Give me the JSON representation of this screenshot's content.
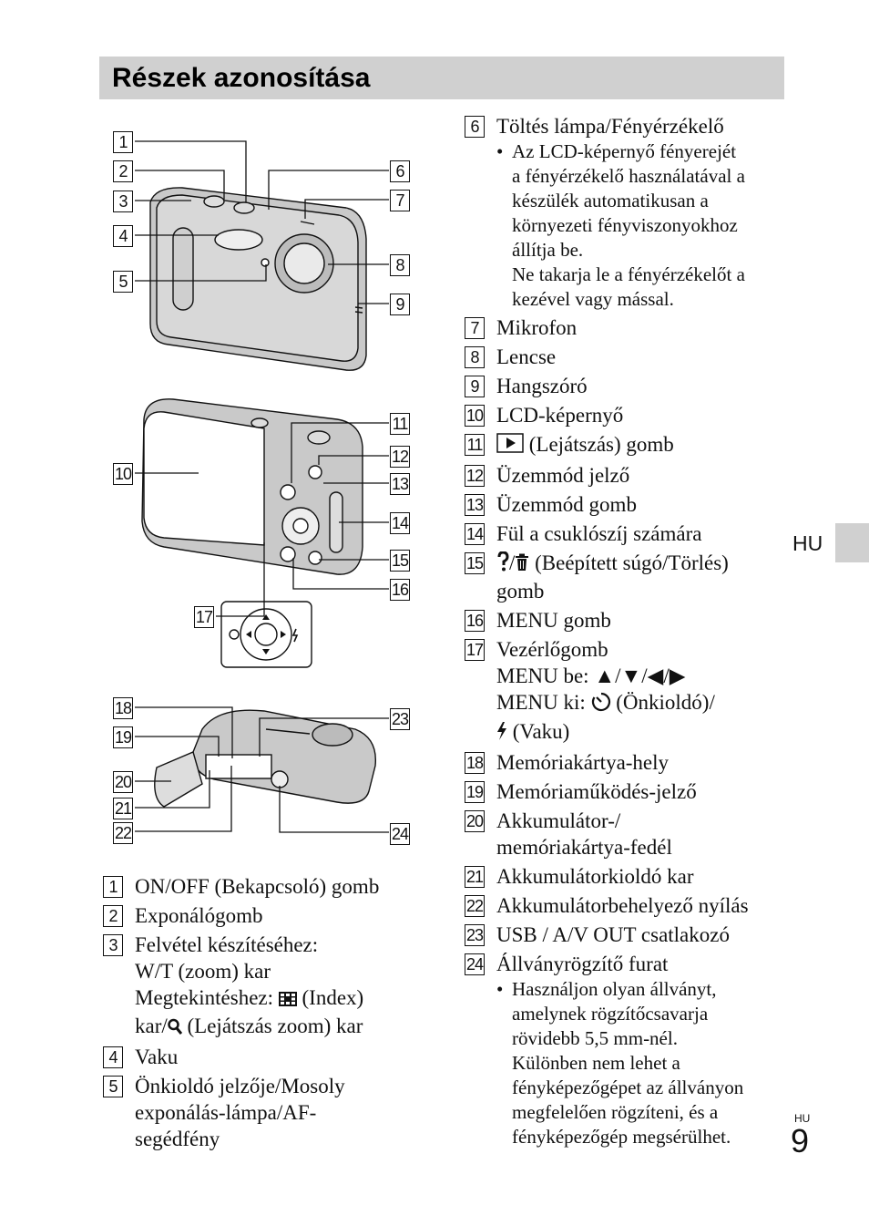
{
  "header": {
    "title": "Részek azonosítása"
  },
  "side_tab": {
    "label": "HU"
  },
  "footer": {
    "lang": "HU",
    "page": "9"
  },
  "figure_labels": [
    "1",
    "2",
    "3",
    "4",
    "5",
    "6",
    "7",
    "8",
    "9",
    "10",
    "11",
    "12",
    "13",
    "14",
    "15",
    "16",
    "17",
    "18",
    "19",
    "20",
    "21",
    "22",
    "23",
    "24"
  ],
  "left_list": [
    {
      "num": "1",
      "lines": [
        "ON/OFF (Bekapcsoló) gomb"
      ]
    },
    {
      "num": "2",
      "lines": [
        "Exponálógomb"
      ]
    },
    {
      "num": "3",
      "lines": [
        "Felvétel készítéséhez:",
        "W/T (zoom) kar"
      ],
      "index_pre": "Megtekintéshez: ",
      "index_post": " (Index)",
      "zoom_pre": "kar/",
      "zoom_post": " (Lejátszás zoom) kar"
    },
    {
      "num": "4",
      "lines": [
        "Vaku"
      ]
    },
    {
      "num": "5",
      "lines": [
        "Önkioldó jelzője/Mosoly",
        "exponálás-lámpa/AF-",
        "segédfény"
      ]
    }
  ],
  "right_list": {
    "i6": {
      "num": "6",
      "text": "Töltés lámpa/Fényérzékelő",
      "bullet": [
        "Az LCD-képernyő fényerejét",
        "a fényérzékelő használatával a",
        "készülék automatikusan a",
        "környezeti fényviszonyokhoz",
        "állítja be.",
        "Ne takarja le a fényérzékelőt a",
        "kezével vagy mással."
      ]
    },
    "i7": {
      "num": "7",
      "text": "Mikrofon"
    },
    "i8": {
      "num": "8",
      "text": "Lencse"
    },
    "i9": {
      "num": "9",
      "text": "Hangszóró"
    },
    "i10": {
      "num": "10",
      "text": "LCD-képernyő"
    },
    "i11": {
      "num": "11",
      "text": " (Lejátszás) gomb"
    },
    "i12": {
      "num": "12",
      "text": "Üzemmód jelző"
    },
    "i13": {
      "num": "13",
      "text": "Üzemmód gomb"
    },
    "i14": {
      "num": "14",
      "text": "Fül a csuklószíj számára"
    },
    "i15": {
      "num": "15",
      "text": " (Beépített súgó/Törlés)",
      "text2": "gomb"
    },
    "i16": {
      "num": "16",
      "text": "MENU gomb"
    },
    "i17": {
      "num": "17",
      "text": "Vezérlőgomb",
      "menu_on": "MENU be: ▲/▼/◀/▶",
      "menu_off_pre": "MENU ki: ",
      "menu_off_post": " (Önkioldó)/",
      "flash": " (Vaku)"
    },
    "i18": {
      "num": "18",
      "text": "Memóriakártya-hely"
    },
    "i19": {
      "num": "19",
      "text": "Memóriaműködés-jelző"
    },
    "i20": {
      "num": "20",
      "text": "Akkumulátor-/",
      "text2": "memóriakártya-fedél"
    },
    "i21": {
      "num": "21",
      "text": "Akkumulátorkioldó kar"
    },
    "i22": {
      "num": "22",
      "text": "Akkumulátorbehelyező nyílás"
    },
    "i23": {
      "num": "23",
      "text": "USB / A/V OUT csatlakozó"
    },
    "i24": {
      "num": "24",
      "text": "Állványrögzítő furat",
      "bullet": [
        "Használjon olyan állványt,",
        "amelynek rögzítőcsavarja",
        "rövidebb 5,5 mm-nél.",
        "Különben nem lehet a",
        "fényképezőgépet az állványon",
        "megfelelően rögzíteni, és a",
        "fényképezőgép megsérülhet."
      ]
    }
  }
}
